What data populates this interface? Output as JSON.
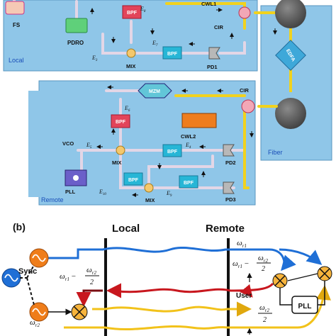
{
  "panel_a": {
    "regions": {
      "local": "Local",
      "remote": "Remote",
      "fiber": "Fiber"
    },
    "components": {
      "fs": "FS",
      "pdro": "PDRO",
      "bpf": "BPF",
      "mix": "MIX",
      "pd1": "PD1",
      "cwl1": "CWL1",
      "cir": "CIR",
      "edfa": "EDFA",
      "mzm": "MZM",
      "cwl2": "CWL2",
      "vco": "VCO",
      "pll": "PLL",
      "pd2": "PD2",
      "pd3": "PD3"
    },
    "signals": {
      "e3": "E",
      "e3_sub": "3",
      "e5": "E",
      "e5_sub": "5",
      "e6": "E",
      "e6_sub": "6",
      "e7": "E",
      "e7_sub": "7",
      "e8": "E",
      "e8_sub": "8",
      "e9": "E",
      "e9_sub": "9",
      "e10": "E",
      "e10_sub": "10",
      "e4": "E",
      "e4_sub": "4"
    }
  },
  "panel_b": {
    "tag": "(b)",
    "local": "Local",
    "remote": "Remote",
    "sync": "Sync",
    "user": "User",
    "pll": "PLL",
    "omega": "ω",
    "r1": "r1",
    "r2": "r2",
    "two": "2",
    "minus": "−",
    "colors": {
      "blue": "#1f6fd6",
      "red": "#c8171e",
      "yellow": "#f2c21a",
      "dark_red": "#7a0d12"
    }
  }
}
